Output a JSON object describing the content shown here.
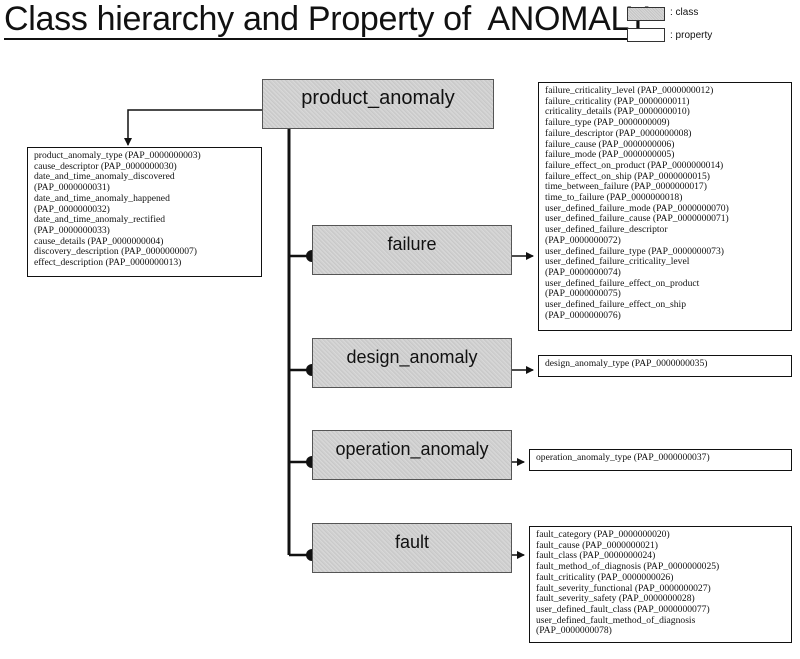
{
  "title": "Class hierarchy and Property of  ANOMALY",
  "legend": {
    "class_label": ": class",
    "property_label": ": property"
  },
  "root": {
    "label": "product_anomaly",
    "properties": [
      "product_anomaly_type (PAP_0000000003)",
      "cause_descriptor (PAP_0000000030)",
      "date_and_time_anomaly_discovered",
      "(PAP_0000000031)",
      "date_and_time_anomaly_happened",
      "(PAP_0000000032)",
      "date_and_time_anomaly_rectified",
      "(PAP_0000000033)",
      "cause_details (PAP_0000000004)",
      "discovery_description (PAP_0000000007)",
      "effect_description (PAP_0000000013)"
    ]
  },
  "children": [
    {
      "label": "failure",
      "properties": [
        "failure_criticality_level (PAP_0000000012)",
        "failure_criticality (PAP_0000000011)",
        "criticality_details (PAP_0000000010)",
        "failure_type (PAP_0000000009)",
        "failure_descriptor (PAP_0000000008)",
        "failure_cause (PAP_0000000006)",
        "failure_mode (PAP_0000000005)",
        "failure_effect_on_product (PAP_0000000014)",
        "failure_effect_on_ship (PAP_0000000015)",
        "time_between_failure (PAP_0000000017)",
        "time_to_failure (PAP_0000000018)",
        "user_defined_failure_mode (PAP_0000000070)",
        "user_defined_failure_cause (PAP_0000000071)",
        "user_defined_failure_descriptor",
        "(PAP_0000000072)",
        "user_defined_failure_type (PAP_0000000073)",
        "user_defined_failure_criticality_level",
        "(PAP_0000000074)",
        "user_defined_failure_effect_on_product",
        "(PAP_0000000075)",
        "user_defined_failure_effect_on_ship",
        "(PAP_0000000076)"
      ]
    },
    {
      "label": "design_anomaly",
      "properties": [
        "design_anomaly_type (PAP_0000000035)"
      ]
    },
    {
      "label": "operation_anomaly",
      "properties": [
        "operation_anomaly_type (PAP_0000000037)"
      ]
    },
    {
      "label": "fault",
      "properties": [
        "fault_category (PAP_0000000020)",
        "fault_cause (PAP_0000000021)",
        "fault_class (PAP_0000000024)",
        "fault_method_of_diagnosis (PAP_0000000025)",
        "fault_criticality (PAP_0000000026)",
        "fault_severity_functional (PAP_0000000027)",
        "fault_severity_safety (PAP_0000000028)",
        "user_defined_fault_class (PAP_0000000077)",
        "user_defined_fault_method_of_diagnosis",
        "(PAP_0000000078)"
      ]
    }
  ]
}
